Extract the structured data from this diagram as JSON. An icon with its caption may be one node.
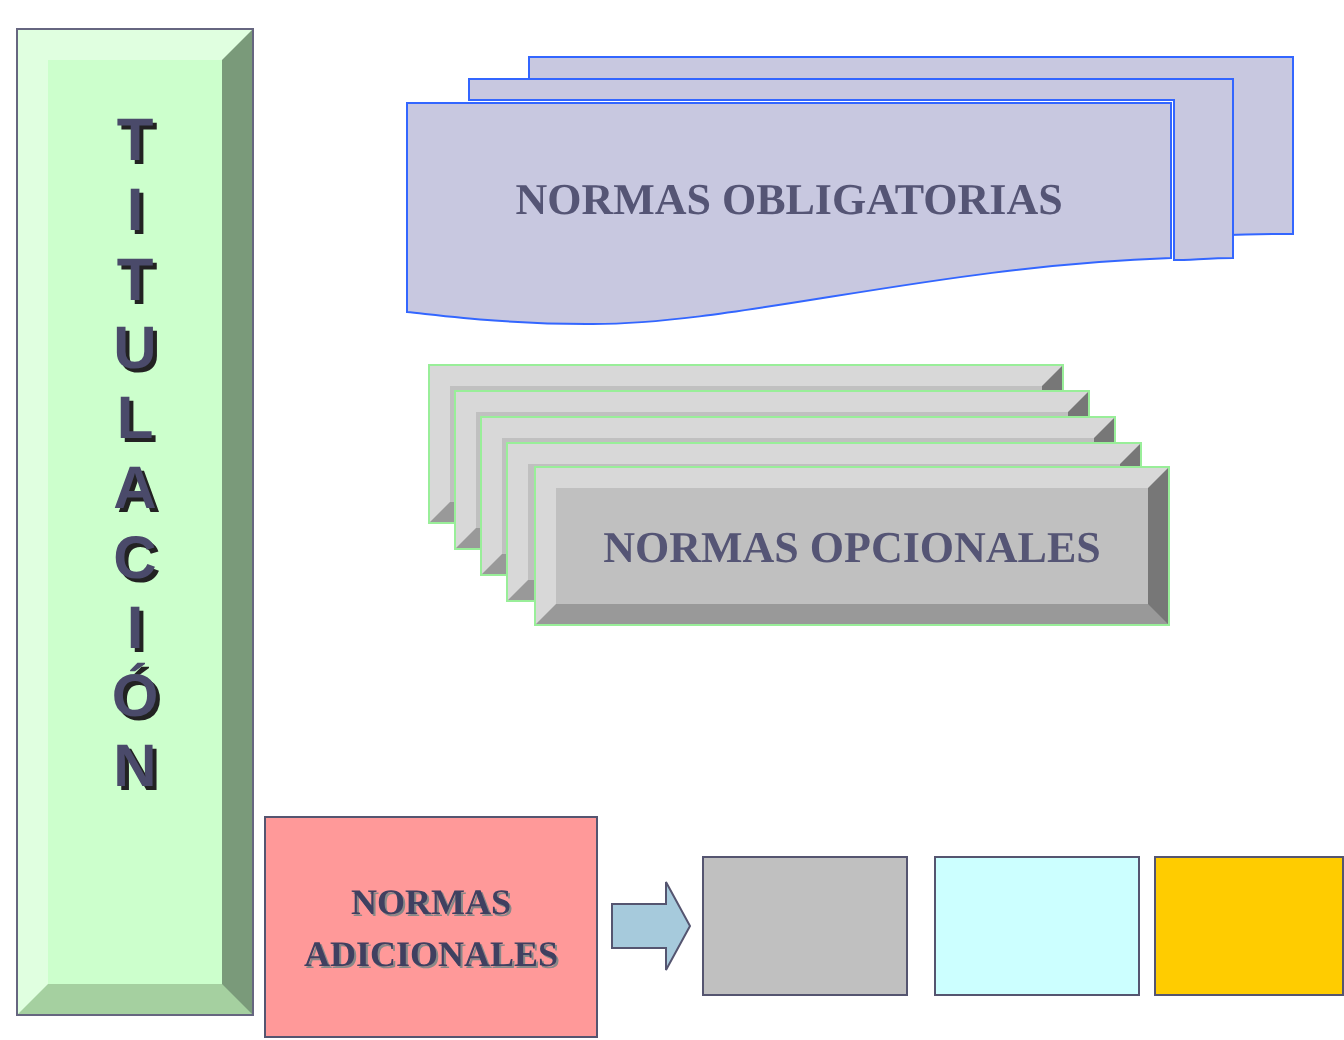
{
  "diagram": {
    "nodes": [
      {
        "text": [
          "TITULACIÓN"
        ]
      },
      {
        "text": [
          "NORMAS OBLIGATORIAS"
        ]
      },
      {
        "text": [
          "NORMAS OPCIONALES"
        ]
      },
      {
        "text": [
          "NORMAS ADICIONALES"
        ]
      },
      {
        "text": [],
        "shape": "box"
      },
      {
        "text": [],
        "shape": "box"
      },
      {
        "text": [],
        "shape": "box"
      }
    ],
    "edges": [
      {
        "from": 3,
        "to": 4,
        "arrow": "to"
      }
    ]
  }
}
